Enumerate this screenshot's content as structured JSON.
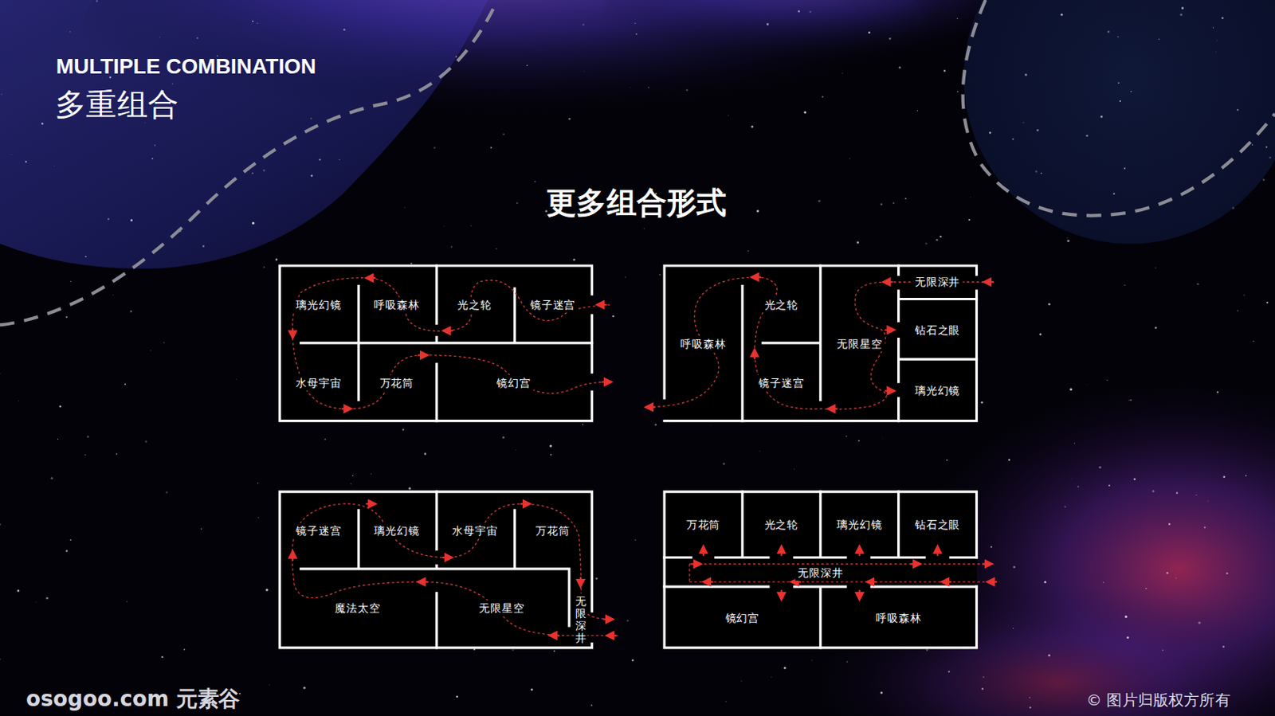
{
  "diagram": {
    "title": "多重组合",
    "nodes": [
      {
        "text": [
          "璃光幻镜"
        ]
      },
      {
        "text": [
          "呼吸森林"
        ]
      },
      {
        "text": [
          "光之轮"
        ]
      },
      {
        "text": [
          "镜子迷宫"
        ]
      },
      {
        "text": [
          "水母宇宙"
        ]
      },
      {
        "text": [
          "万花筒"
        ]
      },
      {
        "text": [
          "镜幻宫"
        ]
      },
      {
        "text": [
          "呼吸森林"
        ]
      },
      {
        "text": [
          "光之轮"
        ]
      },
      {
        "text": [
          "无限深井"
        ]
      },
      {
        "text": [
          "钻石之眼"
        ]
      },
      {
        "text": [
          "无限星空"
        ]
      },
      {
        "text": [
          "镜子迷宫"
        ]
      },
      {
        "text": [
          "璃光幻镜"
        ]
      },
      {
        "text": [
          "镜子迷宫"
        ]
      },
      {
        "text": [
          "璃光幻镜"
        ]
      },
      {
        "text": [
          "水母宇宙"
        ]
      },
      {
        "text": [
          "万花筒"
        ]
      },
      {
        "text": [
          "魔法太空"
        ]
      },
      {
        "text": [
          "无限星空"
        ]
      },
      {
        "text": [
          "无限深井"
        ]
      },
      {
        "text": [
          "万花筒"
        ]
      },
      {
        "text": [
          "光之轮"
        ]
      },
      {
        "text": [
          "璃光幻镜"
        ]
      },
      {
        "text": [
          "钻石之眼"
        ]
      },
      {
        "text": [
          "无限深井"
        ]
      },
      {
        "text": [
          "镜幻宫"
        ]
      },
      {
        "text": [
          "呼吸森林"
        ]
      }
    ],
    "labels": [
      "MULTIPLE COMBINATION",
      "更多组合形式",
      "osogoo.com 元素谷",
      "© 图片归版权方所有"
    ]
  }
}
